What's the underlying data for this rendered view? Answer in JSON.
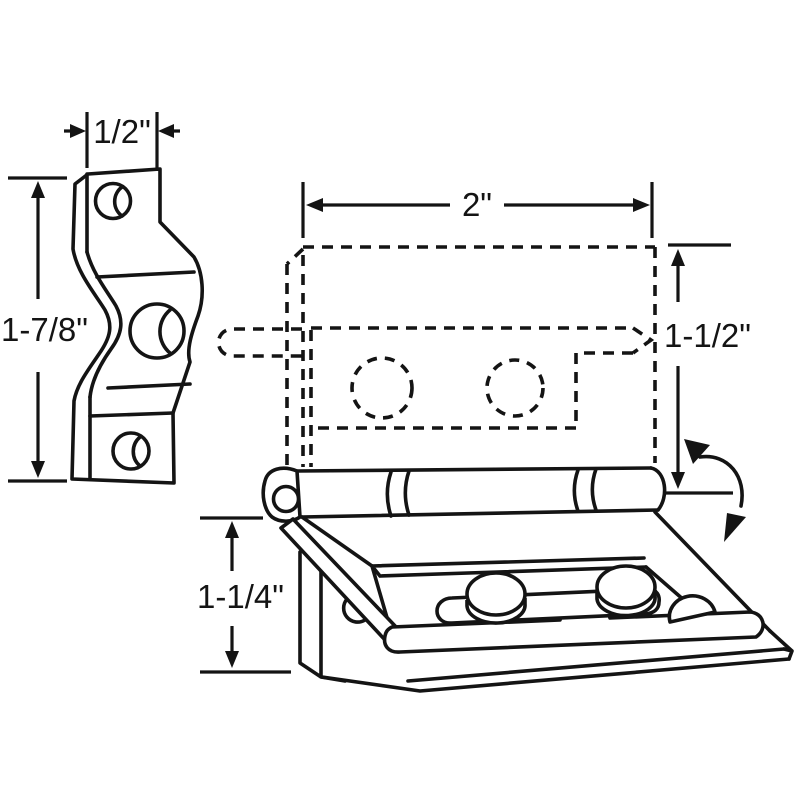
{
  "diagram": {
    "background": "#ffffff",
    "line_color": "#141414",
    "dimensions": {
      "bracket_width": "1/2\"",
      "bracket_height": "1-7/8\"",
      "plate_width": "2\"",
      "plate_height": "1-1/2\"",
      "mount_height": "1-1/4\""
    }
  }
}
